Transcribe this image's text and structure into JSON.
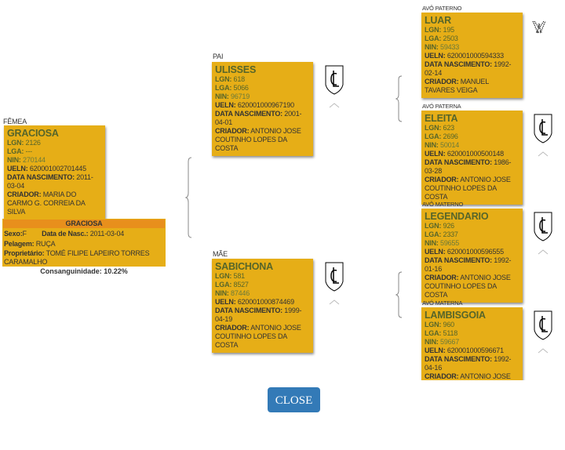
{
  "subject": {
    "role_label": "FÊMEA",
    "name": "GRACIOSA",
    "lgn": "2126",
    "lga": "---",
    "nin": "270144",
    "ueln": "620001002701445",
    "data_nascimento": "2011-03-04",
    "criador": "MARIA DO CARMO G. CORREIA DA SILVA"
  },
  "info": {
    "title": "GRACIOSA",
    "sexo_label": "Sexo:",
    "sexo": "F",
    "nasc_label": "Data de Nasc.:",
    "nasc": "2011-03-04",
    "pelagem_label": "Pelagem:",
    "pelagem": "RUÇA",
    "proprietario_label": "Proprietário:",
    "proprietario": "TOMÉ FILIPE LAPEIRO TORRES CARAMALHO",
    "consanguinidade": "Consanguinidade: 10.22%"
  },
  "field_labels": {
    "lgn": "LGN:",
    "lga": "LGA:",
    "nin": "NIN:",
    "ueln": "UELN:",
    "data_nascimento": "DATA NASCIMENTO:",
    "criador": "CRIADOR:"
  },
  "parents": [
    {
      "role_label": "PAI",
      "name": "ULISSES",
      "lgn": "618",
      "lga": "5066",
      "nin": "96719",
      "ueln": "620001000967190",
      "data_nascimento": "2001-04-01",
      "criador": "ANTONIO JOSE COUTINHO LOPES DA COSTA",
      "icon": "shield-cl-icon"
    },
    {
      "role_label": "MÃE",
      "name": "SABICHONA",
      "lgn": "581",
      "lga": "8527",
      "nin": "87446",
      "ueln": "620001000874469",
      "data_nascimento": "1999-04-19",
      "criador": "ANTONIO JOSE COUTINHO LOPES DA COSTA",
      "icon": "shield-cl-icon"
    }
  ],
  "grandparents": [
    {
      "role_label": "AVÔ PATERNO",
      "name": "LUAR",
      "lgn": "195",
      "lga": "2503",
      "nin": "59433",
      "ueln": "620001000594333",
      "data_nascimento": "1992-02-14",
      "criador": "MANUEL TAVARES VEIGA",
      "icon": "brand-m-icon"
    },
    {
      "role_label": "AVÓ PATERNA",
      "name": "ELEITA",
      "lgn": "623",
      "lga": "2696",
      "nin": "50014",
      "ueln": "620001000500148",
      "data_nascimento": "1986-03-28",
      "criador": "ANTONIO JOSE COUTINHO LOPES DA COSTA",
      "icon": "shield-cl-icon"
    },
    {
      "role_label": "AVÔ MATERNO",
      "name": "LEGENDARIO",
      "lgn": "926",
      "lga": "2337",
      "nin": "59655",
      "ueln": "620001000596555",
      "data_nascimento": "1992-01-16",
      "criador": "ANTONIO JOSE COUTINHO LOPES DA COSTA",
      "icon": "shield-cl-icon"
    },
    {
      "role_label": "AVÓ MATERNA",
      "name": "LAMBISGOIA",
      "lgn": "960",
      "lga": "5118",
      "nin": "59667",
      "ueln": "620001000596671",
      "data_nascimento": "1992-04-16",
      "criador": "ANTONIO JOSE COUTINHO LOPES DA COSTA",
      "icon": "shield-cl-icon"
    }
  ],
  "close_label": "CLOSE",
  "colors": {
    "card": "#e6ae17",
    "header": "#e88f1c",
    "name": "#56652a",
    "button": "#337ab7"
  }
}
